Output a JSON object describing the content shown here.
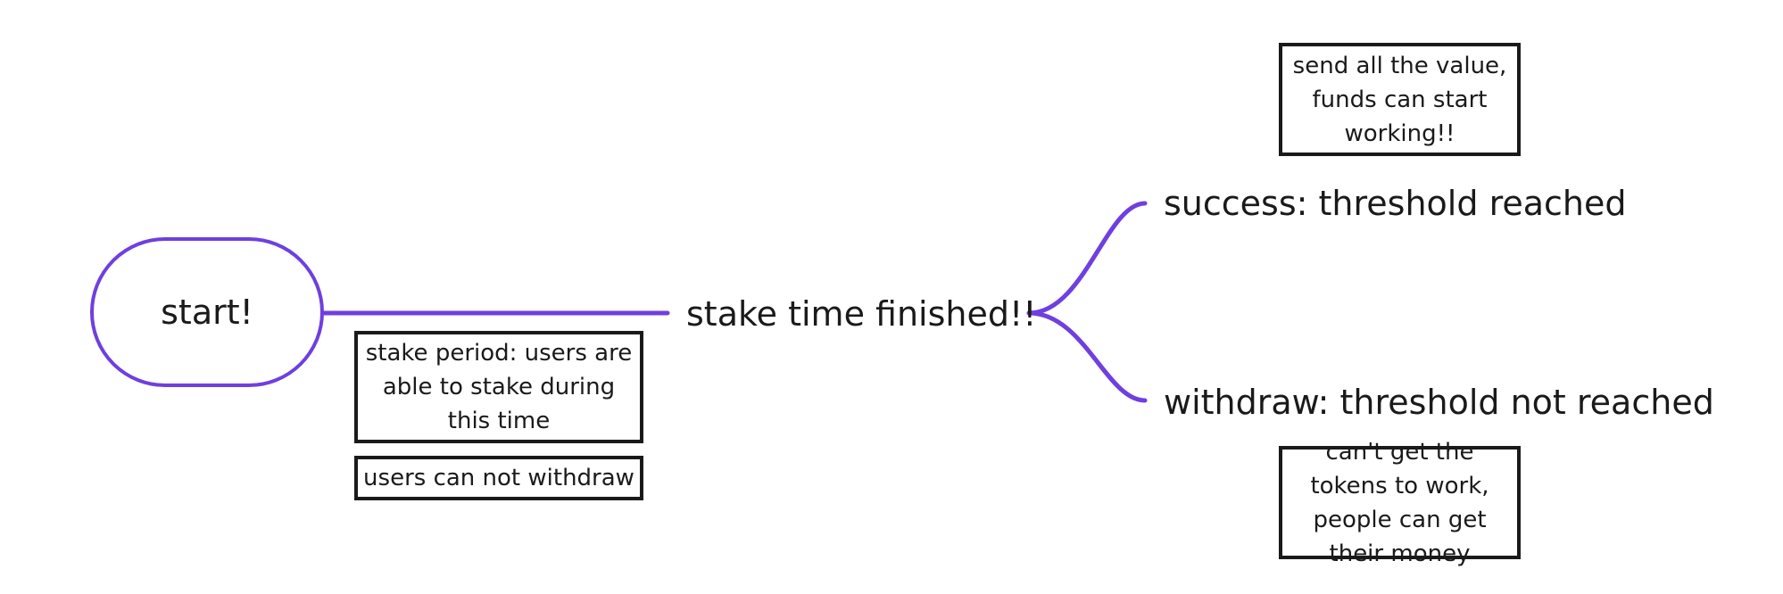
{
  "colors": {
    "connector": "#6f3fe0",
    "note_border": "#1a1a1a",
    "text": "#1a1a1a",
    "background": "#ffffff"
  },
  "diagram": {
    "start": {
      "label": "start!"
    },
    "stake_finished": {
      "label": "stake time finished!!"
    },
    "success": {
      "label": "success: threshold reached"
    },
    "withdraw": {
      "label": "withdraw: threshold not reached"
    },
    "notes": {
      "stake_period": "stake period: users are able to stake during this time",
      "no_withdraw": "users can not withdraw",
      "success_note": "send all the value, funds can start working!!",
      "withdraw_note": "can't get the tokens to work, people can get their money"
    }
  }
}
